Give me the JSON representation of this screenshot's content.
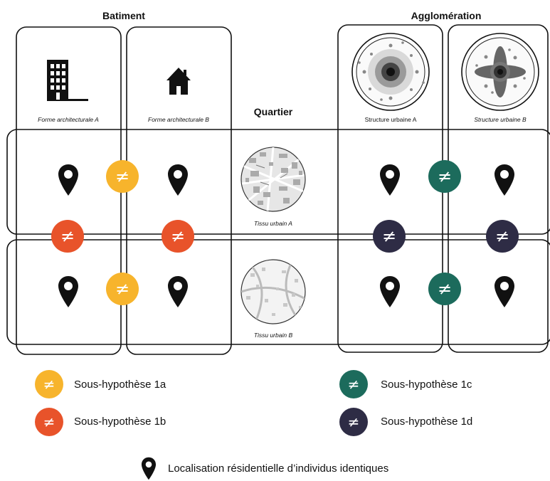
{
  "headers": {
    "building": "Batiment",
    "neighborhood": "Quartier",
    "agglomeration": "Agglomération"
  },
  "forms": {
    "architectural_a": "Forme architecturale A",
    "architectural_b": "Forme architecturale B",
    "urban_structure_a": "Structure urbaine A",
    "urban_structure_b": "Structure urbaine B",
    "urban_fabric_a": "Tissu urbain A",
    "urban_fabric_b": "Tissu urbain B"
  },
  "neq_symbol": "≠",
  "legend": {
    "h1a": "Sous-hypothèse 1a",
    "h1b": "Sous-hypothèse 1b",
    "h1c": "Sous-hypothèse 1c",
    "h1d": "Sous-hypothèse 1d",
    "pin": "Localisation résidentielle d’individus identiques"
  },
  "colors": {
    "h1a": "#f7b42c",
    "h1b": "#e8532a",
    "h1c": "#1c6b5c",
    "h1d": "#2e2c45",
    "pin": "#111111"
  },
  "icons": {
    "pin": "map-pin-icon",
    "building": "apartment-building-icon",
    "house": "house-icon",
    "urban_structure_a": "concentric-city-icon",
    "urban_structure_b": "star-shaped-city-icon",
    "urban_fabric_a": "dense-urban-map-icon",
    "urban_fabric_b": "sparse-urban-map-icon"
  }
}
